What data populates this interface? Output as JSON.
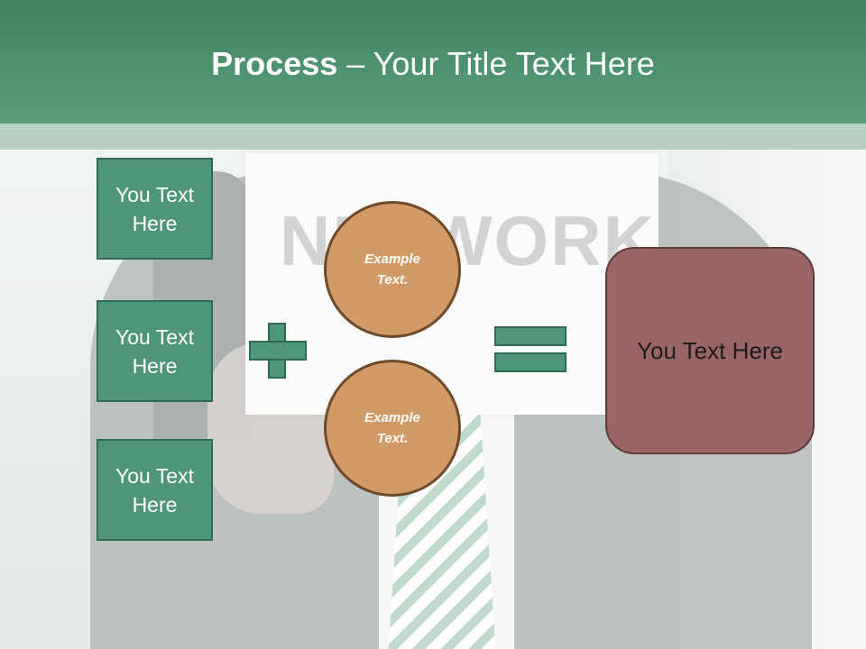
{
  "header": {
    "title_bold": "Process",
    "title_rest": " – Your Title Text Here"
  },
  "background": {
    "sign_text": "NETWORK"
  },
  "left_boxes": [
    {
      "label": "You Text Here"
    },
    {
      "label": "You Text Here"
    },
    {
      "label": "You Text Here"
    }
  ],
  "circles": [
    {
      "label": "Example Text."
    },
    {
      "label": "Example Text."
    }
  ],
  "result": {
    "label": "You Text Here"
  },
  "colors": {
    "header_green": "#4f957a",
    "box_green": "#4f957a",
    "circle_orange": "#d19a67",
    "result_red": "#996565"
  },
  "icons": {
    "operator_1": "plus-icon",
    "operator_2": "equals-icon"
  }
}
